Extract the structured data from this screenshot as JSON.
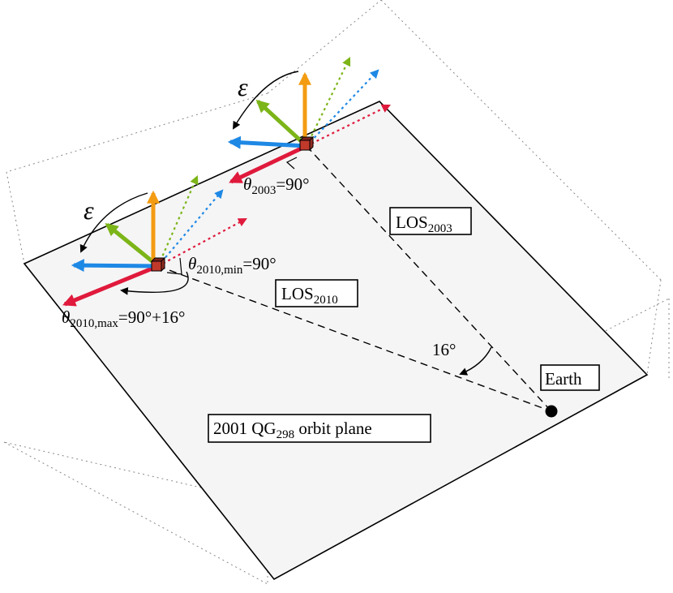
{
  "labels": {
    "epsilon": "ε",
    "theta": "θ",
    "theta_2003_sub": "2003",
    "theta_2003_eq": "=90°",
    "theta_2010_min_sub": "2010,min",
    "theta_2010_min_eq": "=90°",
    "theta_2010_max_sub": "2010,max",
    "theta_2010_max_eq": "=90°+16°",
    "los": "LOS",
    "los_2003_sub": "2003",
    "los_2010_sub": "2010",
    "angle": "16°",
    "earth": "Earth",
    "plane_prefix": "2001 QG",
    "plane_sub": "298",
    "plane_suffix": " orbit plane"
  },
  "colors": {
    "red": "#e01a3c",
    "blue": "#1e88e5",
    "green": "#7cb518",
    "orange": "#f39c12",
    "cube": "#c0392b",
    "plane_fill": "#f5f5f5"
  }
}
